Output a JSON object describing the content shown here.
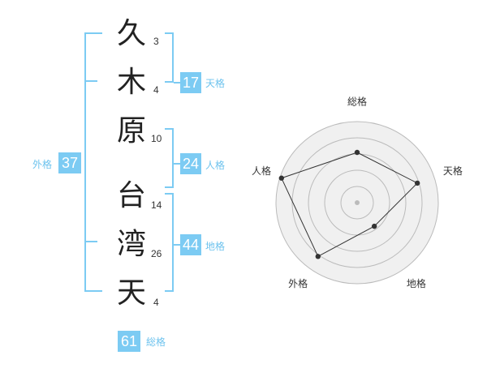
{
  "name": {
    "characters": [
      {
        "char": "久",
        "strokes": "3"
      },
      {
        "char": "木",
        "strokes": "4"
      },
      {
        "char": "原",
        "strokes": "10"
      },
      {
        "char": "台",
        "strokes": "14"
      },
      {
        "char": "湾",
        "strokes": "26"
      },
      {
        "char": "天",
        "strokes": "4"
      }
    ]
  },
  "fortunes": {
    "tenkaku": {
      "value": "17",
      "label": "天格"
    },
    "jinkaku": {
      "value": "24",
      "label": "人格"
    },
    "chikaku": {
      "value": "44",
      "label": "地格"
    },
    "gaikaku": {
      "value": "37",
      "label": "外格"
    },
    "soukaku": {
      "value": "61",
      "label": "総格"
    }
  },
  "chart_data": {
    "type": "radar",
    "axes": [
      "総格",
      "天格",
      "地格",
      "外格",
      "人格"
    ],
    "values": [
      0.62,
      0.78,
      0.36,
      0.82,
      0.98
    ],
    "range": [
      0,
      1
    ],
    "rings": 5,
    "colors": {
      "fill": "#f0f0f0",
      "ring": "#bbbbbb",
      "polygon_stroke": "#333333",
      "point": "#333333",
      "center": "#bbbbbb"
    }
  }
}
